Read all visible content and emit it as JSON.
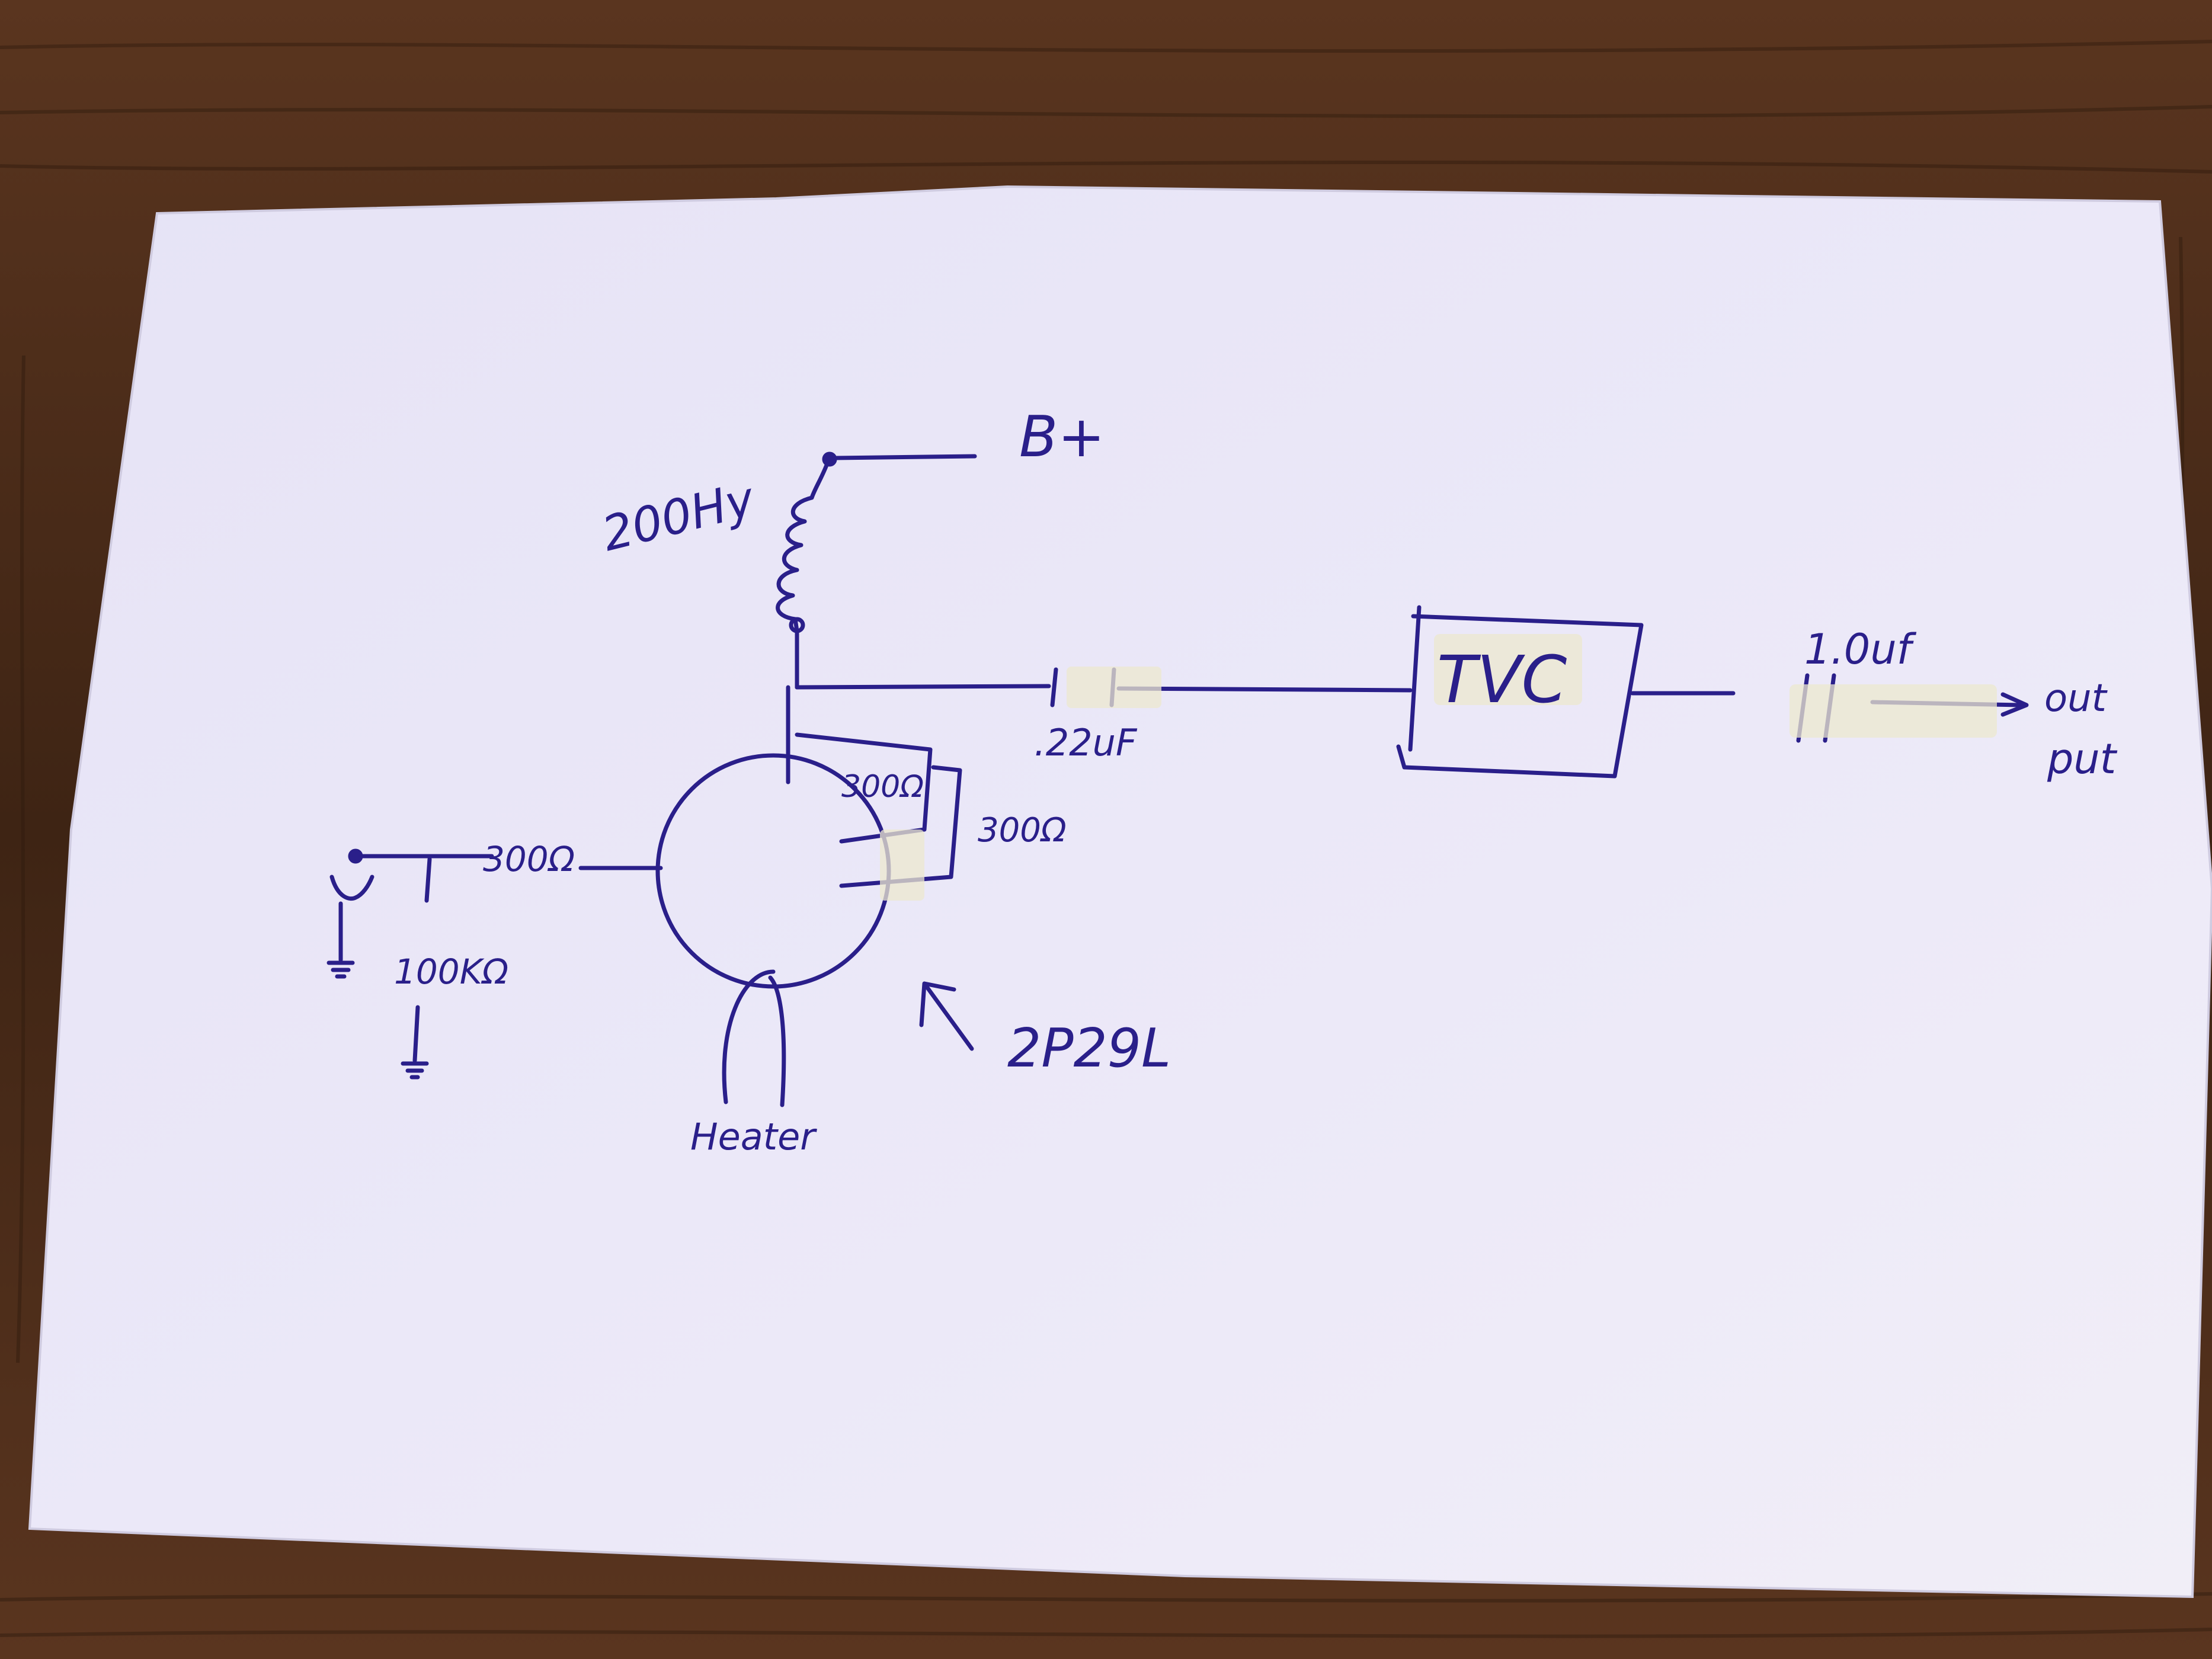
{
  "colors": {
    "ink": "#2a1f8a",
    "paper": "#e9e6f7",
    "table_wood": "#4a2c1a",
    "tape": "#ece8cf"
  },
  "labels": {
    "b_plus": "B+",
    "choke": "200Hy",
    "coupling_cap": ".22uF",
    "tvc": "TVC",
    "output_cap": "1.0uf",
    "output_line1": "out",
    "output_line2": "put",
    "grid_resistor": "300Ω",
    "grid_leak": "100KΩ",
    "cathode_resistor_inner": "300Ω",
    "cathode_resistor_outer": "300Ω",
    "tube_type": "2P29L",
    "heater": "Heater"
  }
}
